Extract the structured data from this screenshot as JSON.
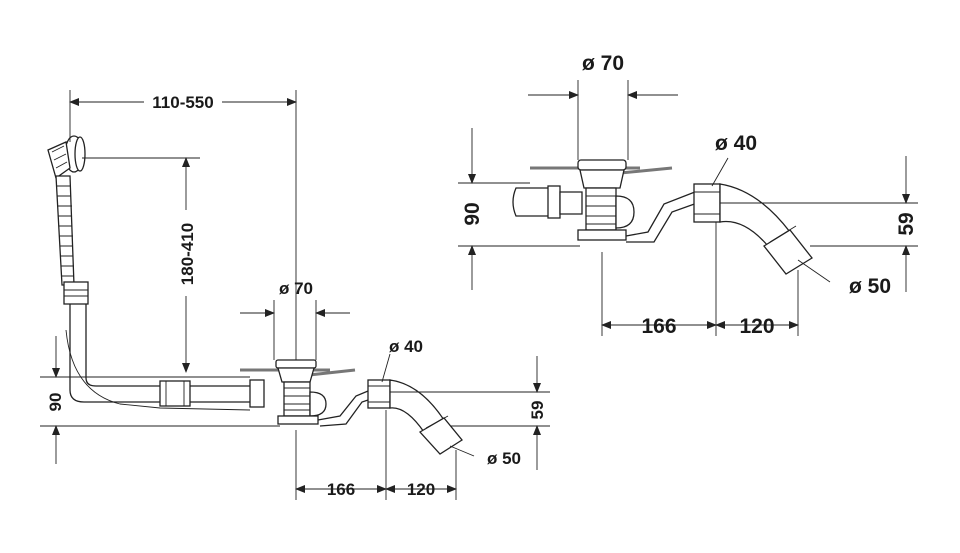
{
  "left_view": {
    "dim_overflow_horizontal": "110-550",
    "dim_overflow_vertical": "180-410",
    "dim_drain_diameter": "ø 70",
    "dim_pipe_inlet": "ø 40",
    "dim_pipe_outlet": "ø 50",
    "dim_height_left": "90",
    "dim_height_right": "59",
    "dim_offset_1": "166",
    "dim_offset_2": "120"
  },
  "right_view": {
    "dim_drain_diameter": "ø 70",
    "dim_pipe_inlet": "ø 40",
    "dim_pipe_outlet": "ø 50",
    "dim_height_left": "90",
    "dim_height_right": "59",
    "dim_offset_1": "166",
    "dim_offset_2": "120"
  },
  "colors": {
    "line": "#222222",
    "gray_pipe": "#777777",
    "background": "#ffffff"
  }
}
